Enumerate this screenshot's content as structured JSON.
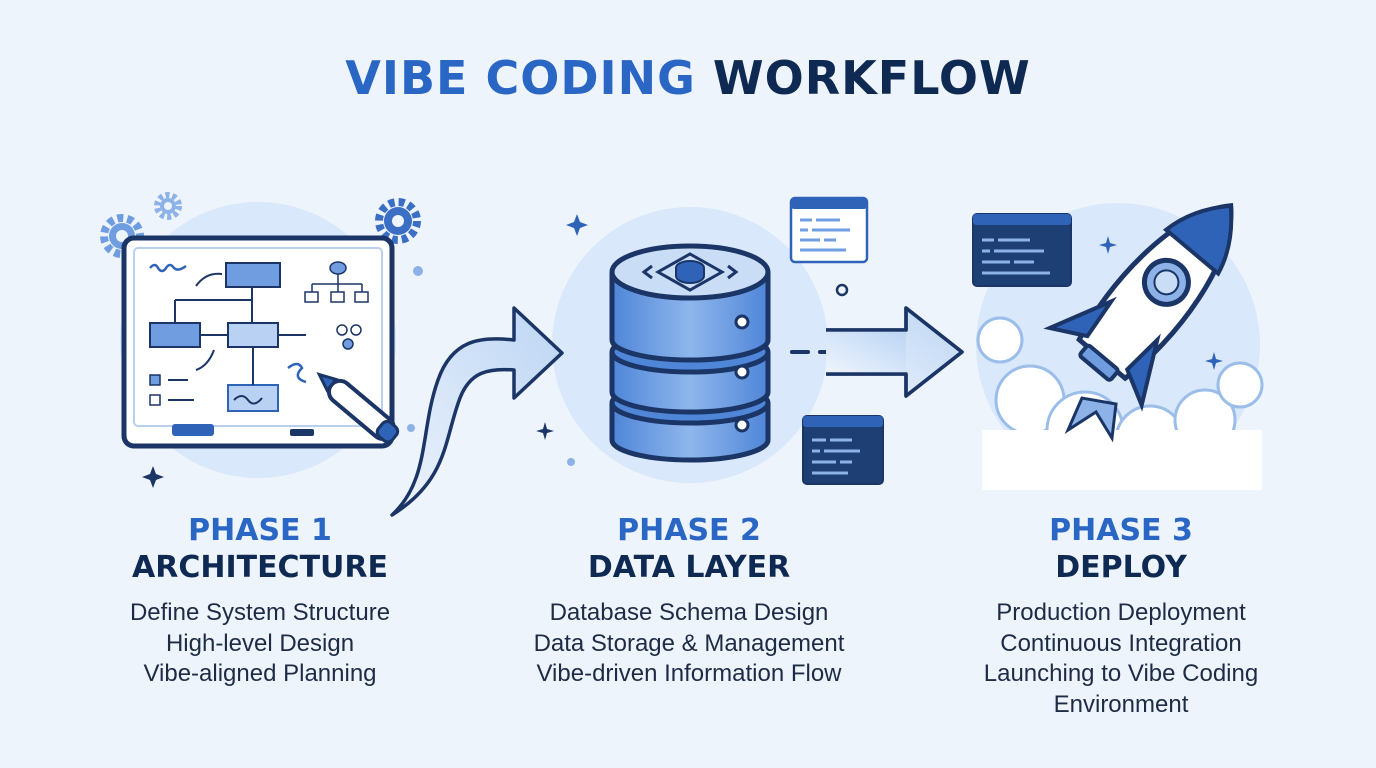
{
  "title": {
    "part1": "VIBE CODING",
    "part2": "WORKFLOW"
  },
  "colors": {
    "accent": "#2a66c3",
    "dark": "#0f2a52",
    "background": "#eef4fc",
    "circle": "#d9e8fa"
  },
  "phases": [
    {
      "number": "PHASE 1",
      "name": "ARCHITECTURE",
      "lines": [
        "Define System Structure",
        "High-level Design",
        "Vibe-aligned Planning"
      ],
      "illustration": "whiteboard-icon"
    },
    {
      "number": "PHASE 2",
      "name": "DATA LAYER",
      "lines": [
        "Database Schema Design",
        "Data Storage & Management",
        "Vibe-driven Information Flow"
      ],
      "illustration": "database-icon"
    },
    {
      "number": "PHASE 3",
      "name": "DEPLOY",
      "lines": [
        "Production Deployment",
        "Continuous Integration",
        "Launching to Vibe Coding",
        "Environment"
      ],
      "illustration": "rocket-icon"
    }
  ]
}
